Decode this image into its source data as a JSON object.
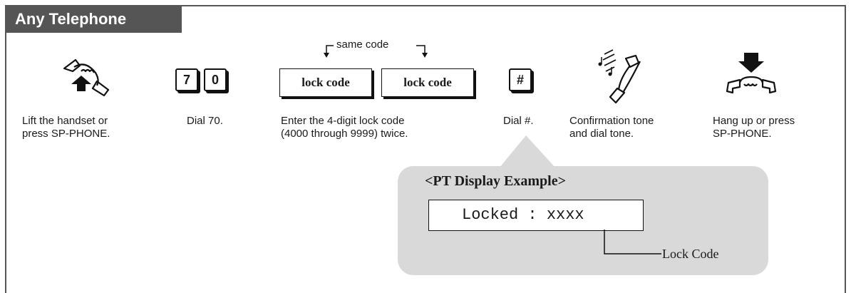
{
  "header": {
    "title": "Any Telephone"
  },
  "steps": [
    {
      "icon": "lift-handset-icon",
      "text": "Lift the handset or\npress SP-PHONE."
    },
    {
      "icon": "keypad-keys",
      "keys": [
        "7",
        "0"
      ],
      "text": "Dial 70."
    },
    {
      "icon": "lock-code-boxes",
      "boxes": [
        "lock code",
        "lock code"
      ],
      "bracket_label": "same code",
      "text": "Enter the 4-digit lock code\n(4000 through 9999) twice."
    },
    {
      "icon": "keypad-key",
      "keys": [
        "#"
      ],
      "text": "Dial #."
    },
    {
      "icon": "ringing-handset-icon",
      "text": "Confirmation tone\nand dial tone."
    },
    {
      "icon": "hang-up-icon",
      "text": "Hang up or press\nSP-PHONE."
    }
  ],
  "display_example": {
    "title": "<PT Display Example>",
    "screen_text": "Locked : xxxx",
    "callout_label": "Lock Code"
  },
  "colors": {
    "header_bg": "#555555",
    "bubble_bg": "#d9d9d9"
  }
}
